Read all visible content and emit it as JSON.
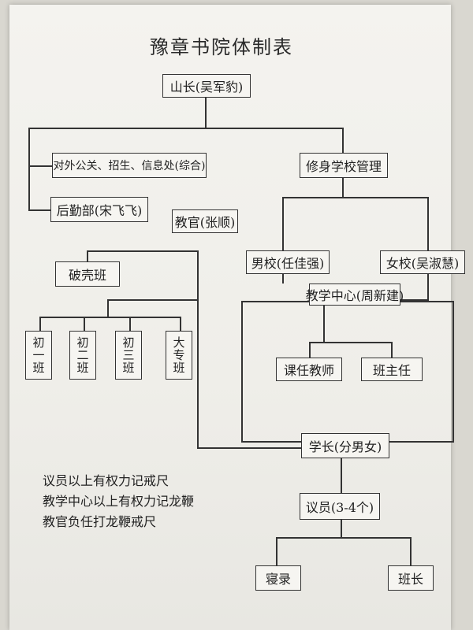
{
  "title": "豫章书院体制表",
  "nodes": {
    "shanzhang": "山长(吴军豹)",
    "duiwai": "对外公关、招生、信息处(综合)",
    "xiushen": "修身学校管理",
    "houqin": "后勤部(宋飞飞)",
    "jiaoguan": "教官(张顺)",
    "pohai": "破壳班",
    "nanxiao": "男校(任佳强)",
    "nvxiao": "女校(吴淑慧)",
    "jiaoxue": "教学中心(周新建)",
    "chuyi": "初一班",
    "chuer": "初二班",
    "chusan": "初三班",
    "dazhuan": "大专班",
    "keren": "课任教师",
    "banzhuren": "班主任",
    "xuezhang": "学长(分男女)",
    "yiyuan": "议员(3-4个)",
    "jilu": "寝录",
    "banzhang": "班长"
  },
  "notes": [
    "议员以上有权力记戒尺",
    "教学中心以上有权力记龙鞭",
    "教官负任打龙鞭戒尺"
  ]
}
